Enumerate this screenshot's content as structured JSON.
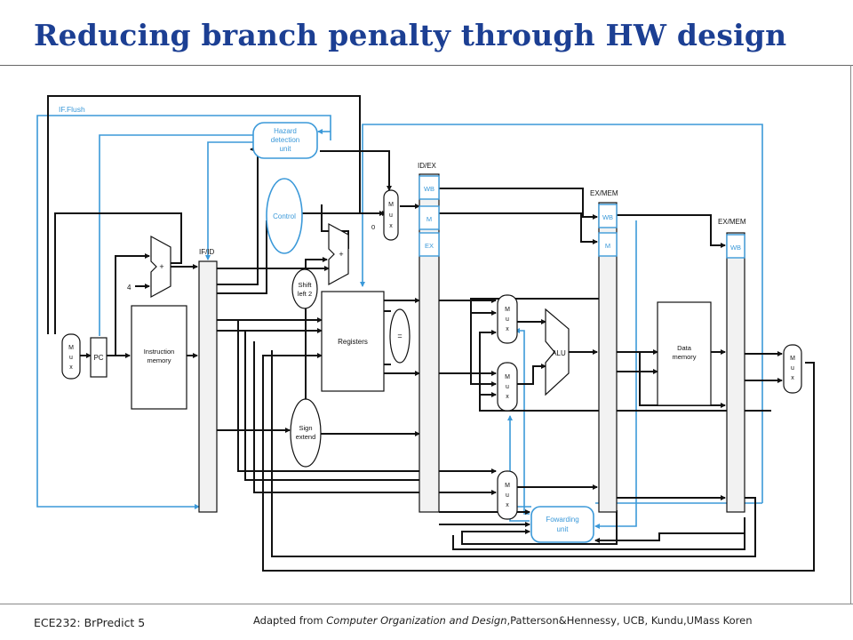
{
  "slide": {
    "title": "Reducing branch penalty through HW design",
    "footer_left": "ECE232:  BrPredict 5",
    "footer_right_prefix": "Adapted from ",
    "footer_right_italic": "Computer Organization and Design",
    "footer_right_suffix": ",Patterson&Hennessy, UCB, Kundu,UMass  Koren"
  },
  "diagram": {
    "if_flush": "IF.Flush",
    "hazard_1": "Hazard",
    "hazard_2": "detection",
    "hazard_3": "unit",
    "control": "Control",
    "mux_top": [
      "M",
      "u",
      "x"
    ],
    "mux_zero": "0",
    "id_ex": "ID/EX",
    "ex_mem_1": "EX/MEM",
    "ex_mem_2": "EX/MEM",
    "if_id": "IF/ID",
    "wb": "WB",
    "m": "M",
    "ex": "EX",
    "plus": "+",
    "four": "4",
    "shift_1": "Shift",
    "shift_2": "left 2",
    "registers": "Registers",
    "equals": "=",
    "sign_1": "Sign",
    "sign_2": "extend",
    "pc_mux": [
      "M",
      "u",
      "x"
    ],
    "pc": "PC",
    "imem_1": "Instruction",
    "imem_2": "memory",
    "alu_mux_a": [
      "M",
      "u",
      "x"
    ],
    "alu_mux_b": [
      "M",
      "u",
      "x"
    ],
    "dest_mux": [
      "M",
      "u",
      "x"
    ],
    "alu": "ALU",
    "dmem_1": "Data",
    "dmem_2": "memory",
    "wb_mux": [
      "M",
      "u",
      "x"
    ],
    "fwd_1": "Fowarding",
    "fwd_2": "unit"
  },
  "colors": {
    "title": "#1c3f93",
    "wire_black": "#111111",
    "wire_blue": "#3b99d9",
    "unit_fill": "#ffffff",
    "pipe_fill": "#f2f2f2",
    "pipe_ctrl_fill": "#ffffff"
  }
}
